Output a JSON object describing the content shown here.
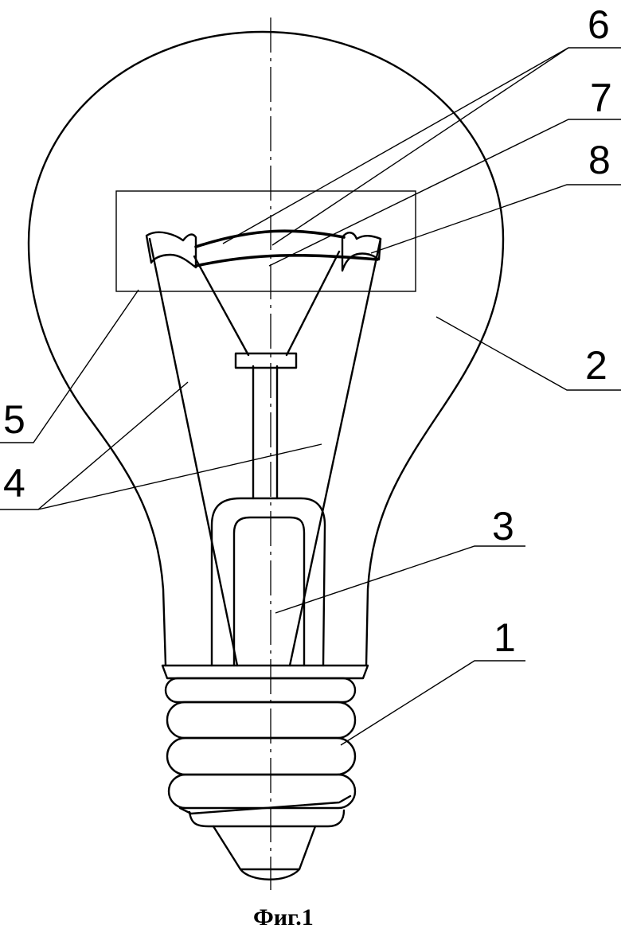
{
  "figure": {
    "caption": "Фиг.1",
    "callouts": [
      {
        "id": "1",
        "text": "1"
      },
      {
        "id": "2",
        "text": "2"
      },
      {
        "id": "3",
        "text": "3"
      },
      {
        "id": "4",
        "text": "4"
      },
      {
        "id": "5",
        "text": "5"
      },
      {
        "id": "6",
        "text": "6"
      },
      {
        "id": "7",
        "text": "7"
      },
      {
        "id": "8",
        "text": "8"
      }
    ]
  }
}
